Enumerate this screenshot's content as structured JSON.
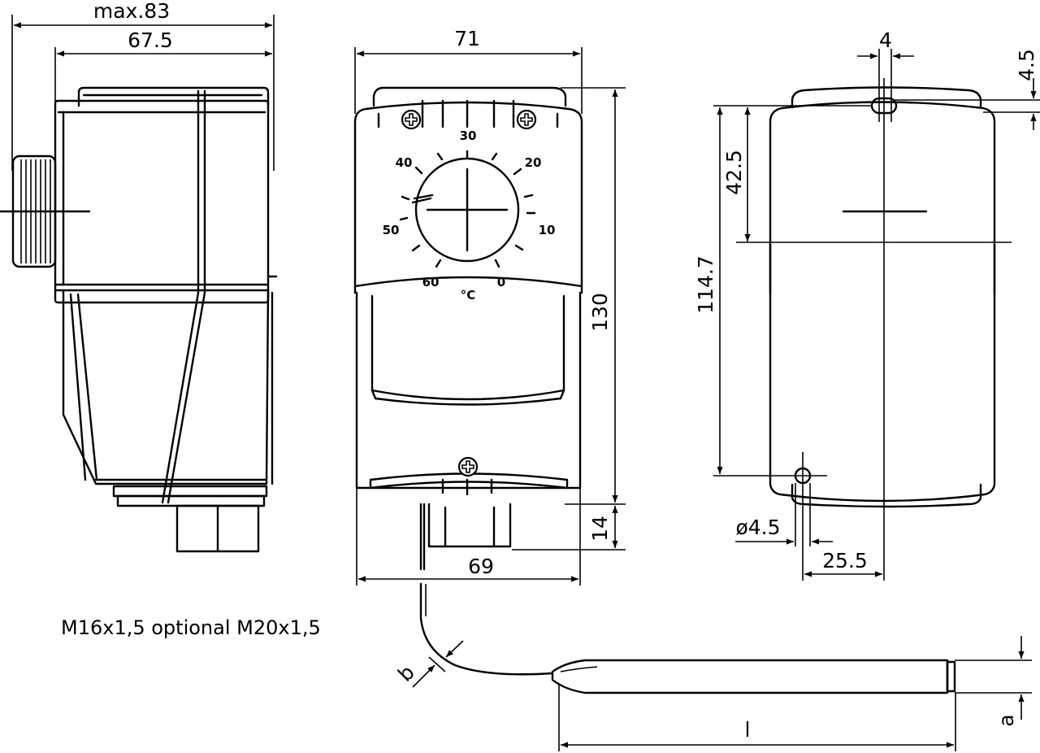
{
  "side_view": {
    "dim_overall": "max.83",
    "dim_body": "67.5"
  },
  "front_view": {
    "dim_width": "71",
    "dim_height": "130",
    "dim_gland": "14",
    "dim_base": "69",
    "dial": {
      "unit": "°C",
      "labels": [
        "0",
        "10",
        "20",
        "30",
        "40",
        "50",
        "60"
      ]
    }
  },
  "rear_view": {
    "dim_slot_width": "4",
    "dim_slot_height": "4.5",
    "dim_top_hole": "42.5",
    "dim_hole_spacing": "114.7",
    "dim_hole_diameter": "ø4.5",
    "dim_hole_offset": "25.5"
  },
  "thread_note": "M16x1,5 optional M20x1,5",
  "probe": {
    "dim_capillary": "b",
    "dim_diameter": "a",
    "dim_length": "l"
  }
}
